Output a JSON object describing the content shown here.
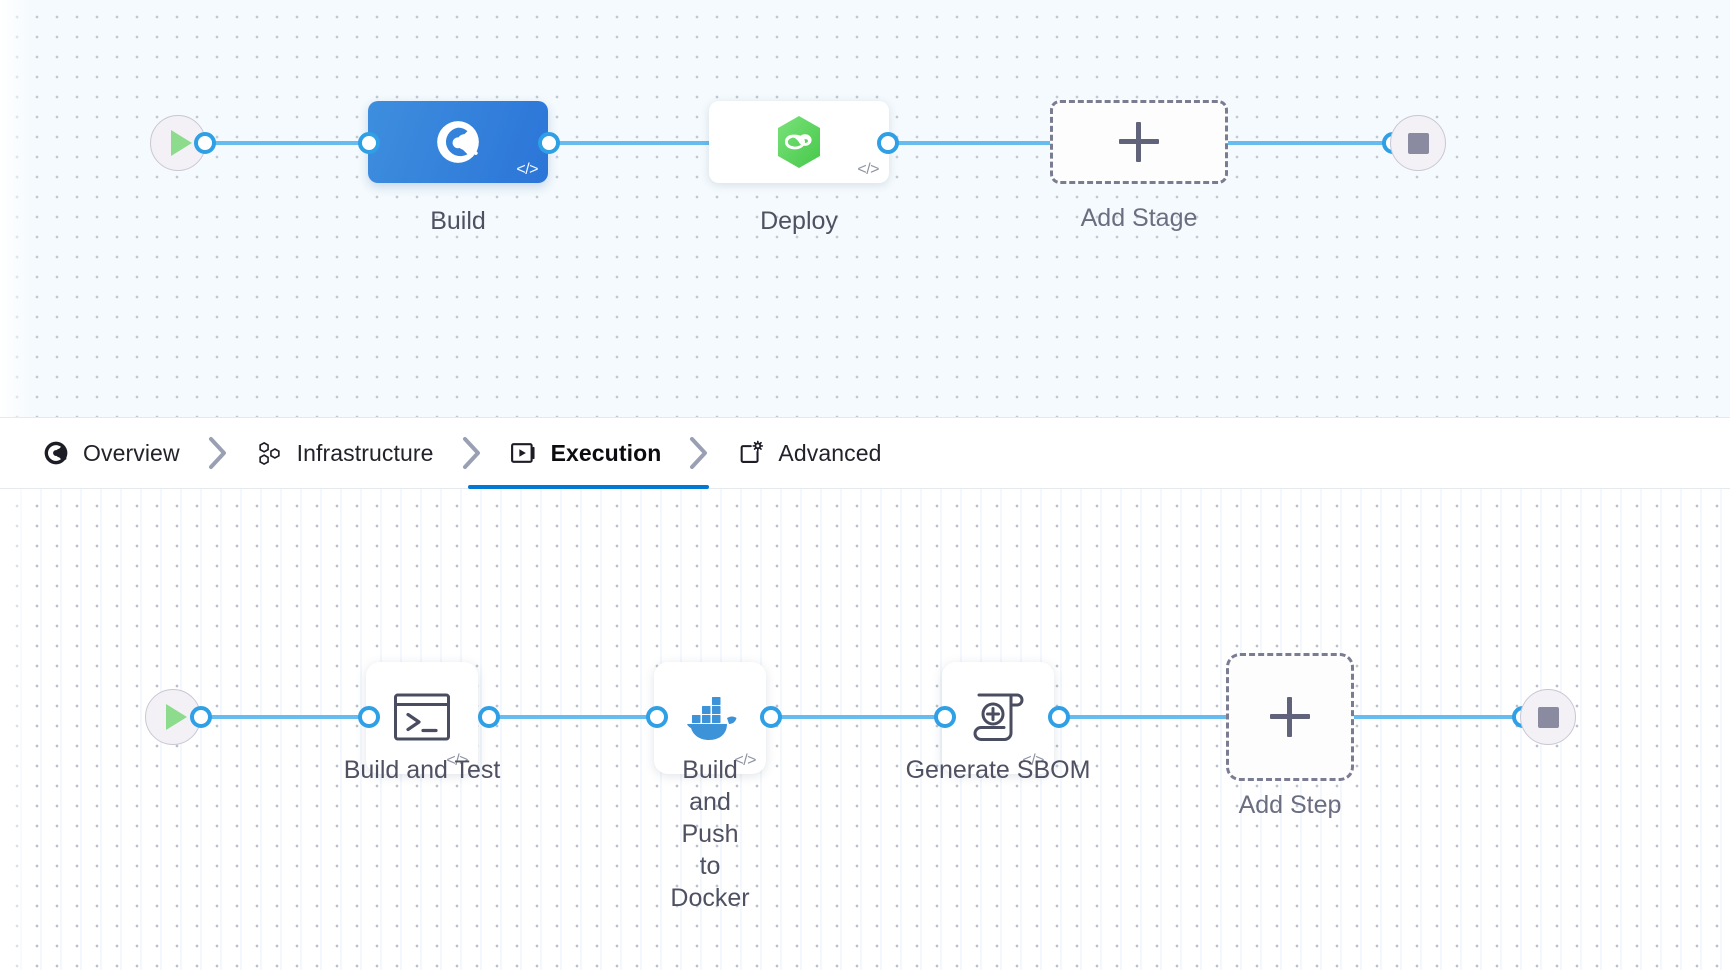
{
  "colors": {
    "accent_blue": "#0278d5",
    "wire_blue": "#66bbef",
    "port_blue": "#2f9fe6",
    "stage_primary_from": "#3e8ede",
    "stage_primary_to": "#2b75d8",
    "cd_green": "#63d463",
    "docker_blue": "#3d93d8",
    "label_gray": "#4f5162",
    "ghost_gray": "#7a7d92",
    "stage_canvas_bg": "#f4fafd",
    "step_canvas_bg": "#ffffff"
  },
  "stage_canvas": {
    "name": "pipeline-stage-graph",
    "start_node": {
      "icon": "play-icon",
      "name": "pipeline-start-node"
    },
    "end_node": {
      "icon": "stop-icon",
      "name": "pipeline-end-node"
    },
    "stages": [
      {
        "label": "Build",
        "icon": "harness-ci-icon",
        "selected": true,
        "badge": "</>",
        "badge_icon": "code-badge-icon"
      },
      {
        "label": "Deploy",
        "icon": "harness-cd-hexagon-icon",
        "selected": false,
        "badge": "</>",
        "badge_icon": "code-badge-icon"
      }
    ],
    "add_stage": {
      "label": "Add Stage",
      "icon": "plus-icon"
    }
  },
  "tabs": {
    "name": "stage-config-tabs",
    "items": [
      {
        "label": "Overview",
        "icon": "harness-ci-icon",
        "active": false
      },
      {
        "label": "Infrastructure",
        "icon": "hexagon-cluster-icon",
        "active": false
      },
      {
        "label": "Execution",
        "icon": "play-box-icon",
        "active": true
      },
      {
        "label": "Advanced",
        "icon": "settings-square-icon",
        "active": false
      }
    ],
    "separator_icon": "chevron-right-icon"
  },
  "step_canvas": {
    "name": "stage-execution-step-graph",
    "start_node": {
      "icon": "play-icon",
      "name": "execution-start-node"
    },
    "end_node": {
      "icon": "stop-icon",
      "name": "execution-end-node"
    },
    "steps": [
      {
        "label": "Build and Test",
        "icon": "terminal-icon",
        "badge": "</>"
      },
      {
        "label": "Build and Push\nto Docker",
        "icon": "docker-icon",
        "badge": "</>"
      },
      {
        "label": "Generate SBOM",
        "icon": "sbom-scroll-icon",
        "badge": "</>"
      }
    ],
    "add_step": {
      "label": "Add Step",
      "icon": "plus-icon"
    }
  }
}
